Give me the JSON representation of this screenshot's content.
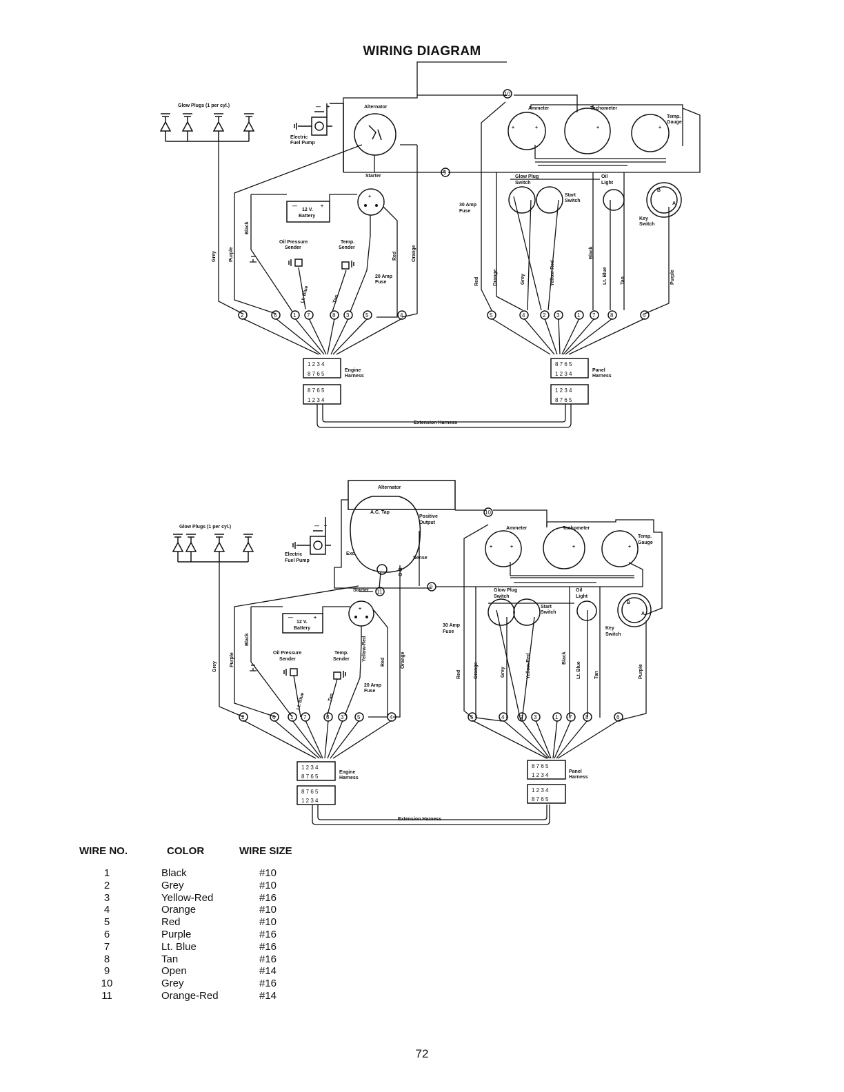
{
  "title": "WIRING DIAGRAM",
  "page_number": "72",
  "diagram1": {
    "glow_plugs": "Glow Plugs (1 per cyl.)",
    "electric_fuel_pump": [
      "Electric",
      "Fuel Pump"
    ],
    "alternator": "Alternator",
    "starter": "Starter",
    "battery": [
      "12 V.",
      "Battery"
    ],
    "oil_pressure_sender": [
      "Oil Pressure",
      "Sender"
    ],
    "temp_sender": [
      "Temp.",
      "Sender"
    ],
    "fuse_20": [
      "20 Amp",
      "Fuse"
    ],
    "fuse_30": [
      "30 Amp",
      "Fuse"
    ],
    "ammeter": "Ammeter",
    "tachometer": "Tachometer",
    "temp_gauge": [
      "Temp.",
      "Gauge"
    ],
    "glow_plug_switch": [
      "Glow Plug",
      "Switch"
    ],
    "start_switch": [
      "Start",
      "Switch"
    ],
    "oil_light": [
      "Oil",
      "Light"
    ],
    "key_switch": [
      "Key",
      "Switch"
    ],
    "engine_harness": [
      "Engine",
      "Harness"
    ],
    "panel_harness": [
      "Panel",
      "Harness"
    ],
    "extension_harness": "Extension Harness",
    "wire_labels": {
      "grey": "Grey",
      "purple": "Purple",
      "black": "Black",
      "lt_blue": "Lt. Blue",
      "tan": "Tan",
      "red": "Red",
      "orange": "Orange",
      "yellow_red": "Yellow-Red"
    }
  },
  "diagram2": {
    "glow_plugs": "Glow Plugs (1 per cyl.)",
    "electric_fuel_pump": [
      "Electric",
      "Fuel Pump"
    ],
    "alternator": "Alternator",
    "ac_tap": "A.C. Tap",
    "positive_output": [
      "Positive",
      "Output"
    ],
    "exc": "Exc.",
    "sense": "Sense",
    "or": "O-R",
    "starter": "Starter",
    "battery": [
      "12 V.",
      "Battery"
    ],
    "oil_pressure_sender": [
      "Oil Pressure",
      "Sender"
    ],
    "temp_sender": [
      "Temp.",
      "Sender"
    ],
    "fuse_20": [
      "20 Amp",
      "Fuse"
    ],
    "fuse_30": [
      "30 Amp",
      "Fuse"
    ],
    "ammeter": "Ammeter",
    "tachometer": "Tachometer",
    "temp_gauge": [
      "Temp.",
      "Gauge"
    ],
    "glow_plug_switch": [
      "Glow Plug",
      "Switch"
    ],
    "start_switch": [
      "Start",
      "Switch"
    ],
    "oil_light": [
      "Oil",
      "Light"
    ],
    "key_switch": [
      "Key",
      "Switch"
    ],
    "engine_harness": [
      "Engine",
      "Harness"
    ],
    "panel_harness": [
      "Panel",
      "Harness"
    ],
    "extension_harness": "Extension Harness",
    "wire_labels": {
      "grey": "Grey",
      "purple": "Purple",
      "black": "Black",
      "lt_blue": "Lt. Blue",
      "tan": "Tan",
      "red": "Red",
      "orange": "Orange",
      "yellow_red": "Yellow-Red"
    }
  },
  "wire_table": {
    "headers": [
      "WIRE NO.",
      "COLOR",
      "WIRE SIZE"
    ],
    "rows": [
      [
        "1",
        "Black",
        "#10"
      ],
      [
        "2",
        "Grey",
        "#10"
      ],
      [
        "3",
        "Yellow-Red",
        "#16"
      ],
      [
        "4",
        "Orange",
        "#10"
      ],
      [
        "5",
        "Red",
        "#10"
      ],
      [
        "6",
        "Purple",
        "#16"
      ],
      [
        "7",
        "Lt. Blue",
        "#16"
      ],
      [
        "8",
        "Tan",
        "#16"
      ],
      [
        "9",
        "Open",
        "#14"
      ],
      [
        "10",
        "Grey",
        "#16"
      ],
      [
        "11",
        "Orange-Red",
        "#14"
      ]
    ]
  }
}
